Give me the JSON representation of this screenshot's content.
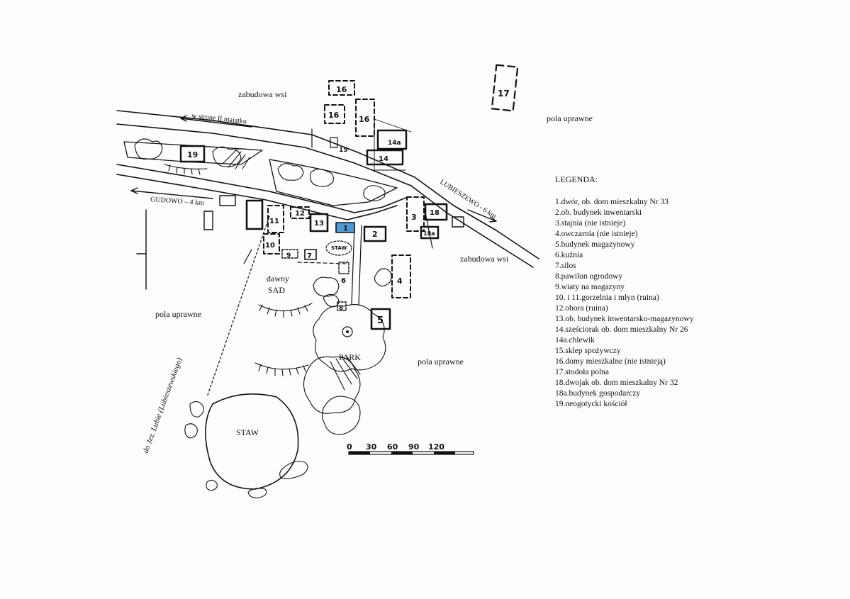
{
  "labels": {
    "zabudowa_top": "zabudowa wsi",
    "zabudowa_right": "zabudowa wsi",
    "pola_top_right": "pola uprawne",
    "pola_left": "pola uprawne",
    "pola_mid": "pola uprawne",
    "road_to_estate": "w stronę II majątku",
    "gudowo": "GUDOWO – 4 km",
    "lubieszewo": "LUBIESZEWO - 6 km",
    "dawny": "dawny",
    "sad": "SAD",
    "park": "PARK",
    "staw": "STAW",
    "staw_small": "STAW",
    "lake_road": "do Jez. Lubie (Lubieszewskiego)"
  },
  "buildings": {
    "b1": "1",
    "b2": "2",
    "b3": "3",
    "b4": "4",
    "b5": "5",
    "b6": "6",
    "b7": "7",
    "b8": "8",
    "b9": "9",
    "b10": "10",
    "b11": "11",
    "b12": "12",
    "b13": "13",
    "b14": "14",
    "b14a": "14a",
    "b15": "15",
    "b16a": "16",
    "b16b": "16",
    "b16c": "16",
    "b17": "17",
    "b18": "18",
    "b18a": "18a",
    "b19": "19"
  },
  "scale": {
    "ticks": [
      "0",
      "30",
      "60",
      "90",
      "120"
    ]
  },
  "legend": {
    "title": "LEGENDA:",
    "items": [
      "1.dwór, ob. dom mieszkalny Nr 33",
      "2.ob. budynek inwentarski",
      "3.stajnia (nie istnieje)",
      "4.owczarnia (nie istnieje)",
      "5.budynek magazynowy",
      "6.kuźnia",
      "7.silos",
      "8.pawilon ogrodowy",
      "9.wiaty na magazyny",
      "10. i 11.gorzelnia i młyn (ruina)",
      "12.obora (ruina)",
      "13.ob. budynek inwentarsko-magazynowy",
      "14.sześciorak ob. dom mieszkalny Nr 26",
      "14a.chlewik",
      "15.sklep spożywczy",
      "16.domy mieszkalne (nie istnieją)",
      "17.stodoła polna",
      "18.dwojak ob. dom mieszkalny Nr 32",
      "18a.budynek gospodarczy",
      "19.neogotycki kościół"
    ]
  },
  "colors": {
    "manor_highlight": "#4f9ad6",
    "ink": "#111111",
    "paper": "#fdfdfd"
  }
}
